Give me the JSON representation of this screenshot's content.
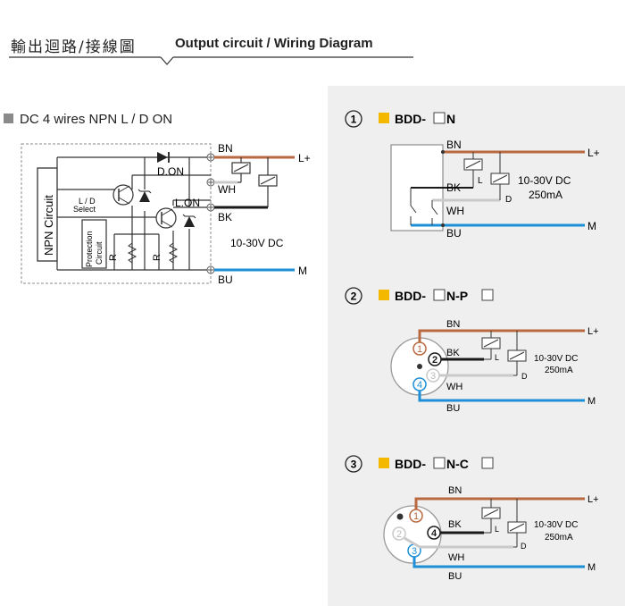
{
  "header": {
    "title_cjk": "輸出迴路/接線圖",
    "title_en": "Output circuit / Wiring Diagram"
  },
  "left": {
    "title": "DC 4 wires NPN  L / D  ON",
    "circuit_label": "NPN Circuit",
    "select_label_1": "L / D",
    "select_label_2": "Select",
    "protection_1": "Protection",
    "protection_2": "Circuit",
    "r1": "R",
    "r2": "R",
    "d_on": "D.ON",
    "l_on": "L.ON",
    "bn": "BN",
    "wh": "WH",
    "bk": "BK",
    "bu": "BU",
    "l_plus": "L+",
    "m": "M",
    "voltage": "10-30V DC"
  },
  "panel1": {
    "num": "①",
    "title_prefix": "BDD-",
    "title_suffix": "N",
    "bn": "BN",
    "bk": "BK",
    "wh": "WH",
    "bu": "BU",
    "l": "L",
    "d": "D",
    "l_plus": "L+",
    "m": "M",
    "voltage": "10-30V DC",
    "current": "250mA"
  },
  "panel2": {
    "num": "②",
    "title_prefix": "BDD-",
    "title_mid": "N-P",
    "bn": "BN",
    "bk": "BK",
    "wh": "WH",
    "bu": "BU",
    "l": "L",
    "d": "D",
    "l_plus": "L+",
    "m": "M",
    "voltage": "10-30V DC",
    "current": "250mA",
    "pins": [
      "1",
      "2",
      "3",
      "4"
    ]
  },
  "panel3": {
    "num": "③",
    "title_prefix": "BDD-",
    "title_mid": "N-C",
    "bn": "BN",
    "bk": "BK",
    "wh": "WH",
    "bu": "BU",
    "l": "L",
    "d": "D",
    "l_plus": "L+",
    "m": "M",
    "voltage": "10-30V DC",
    "current": "250mA",
    "pins": [
      "1",
      "2",
      "3",
      "4"
    ]
  },
  "colors": {
    "brown": "#b8693f",
    "black": "#1a1a1a",
    "white_wire": "#c9c9c9",
    "blue": "#1d8fd6",
    "orange": "#f5b800",
    "gray": "#9a9a9a",
    "panel_bg": "#efefef"
  }
}
